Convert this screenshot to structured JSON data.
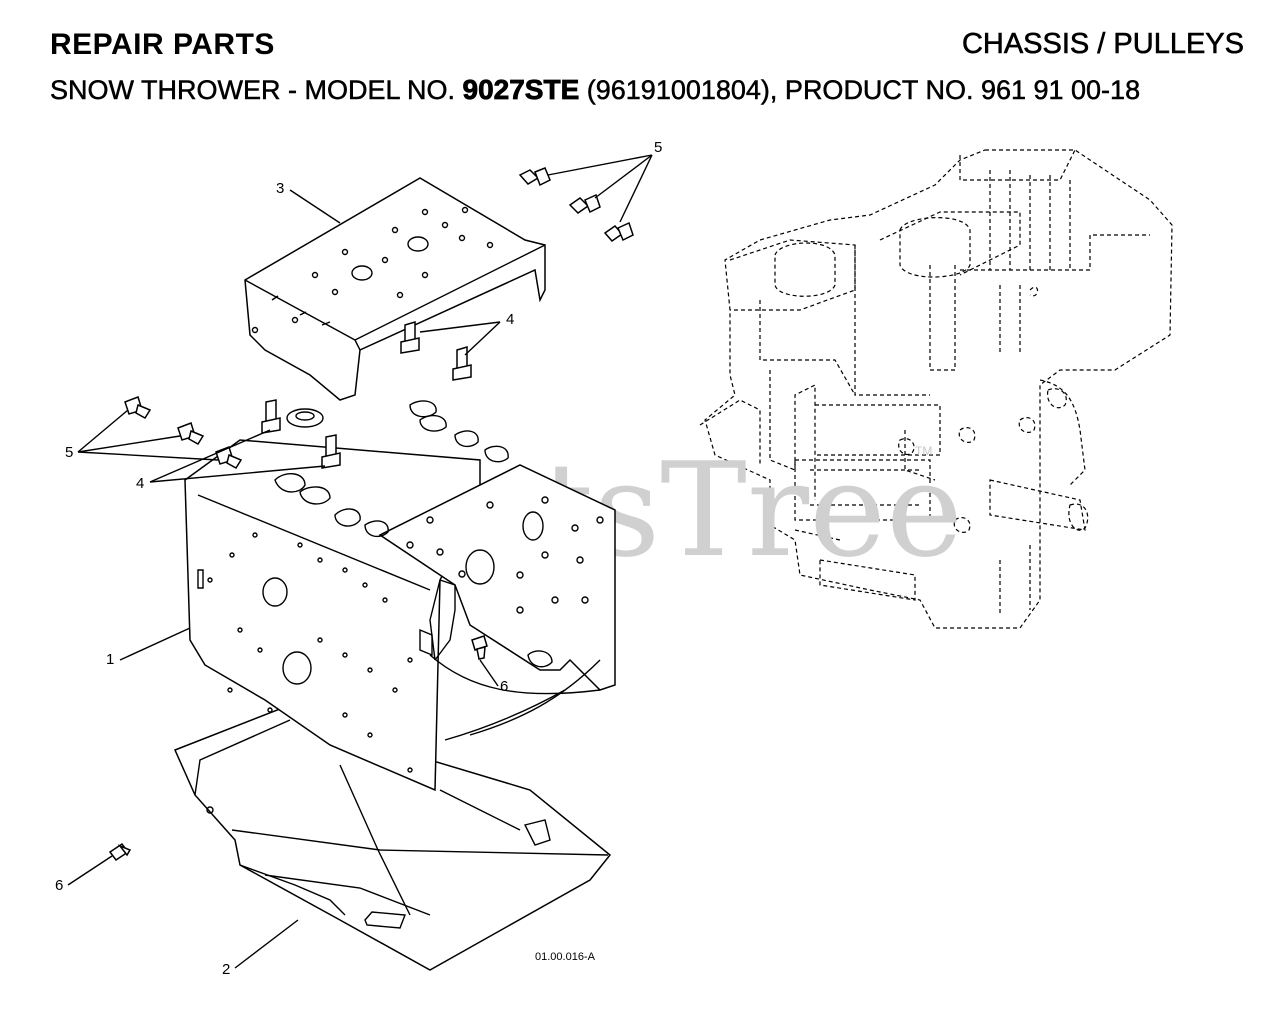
{
  "header": {
    "title_left": "REPAIR PARTS",
    "title_right": "CHASSIS / PULLEYS",
    "subtitle_prefix": "SNOW THROWER - MODEL NO. ",
    "subtitle_model": "9027STE",
    "subtitle_suffix": " (96191001804), PRODUCT NO. 961 91 00-18"
  },
  "watermark": {
    "text": "PartsTree",
    "trademark": "TM"
  },
  "callouts": {
    "c1": "1",
    "c2": "2",
    "c3": "3",
    "c4_top": "4",
    "c4_left": "4",
    "c5_top": "5",
    "c5_left": "5",
    "c6_mid": "6",
    "c6_bottom": "6"
  },
  "figure_code": "01.00.016-A"
}
